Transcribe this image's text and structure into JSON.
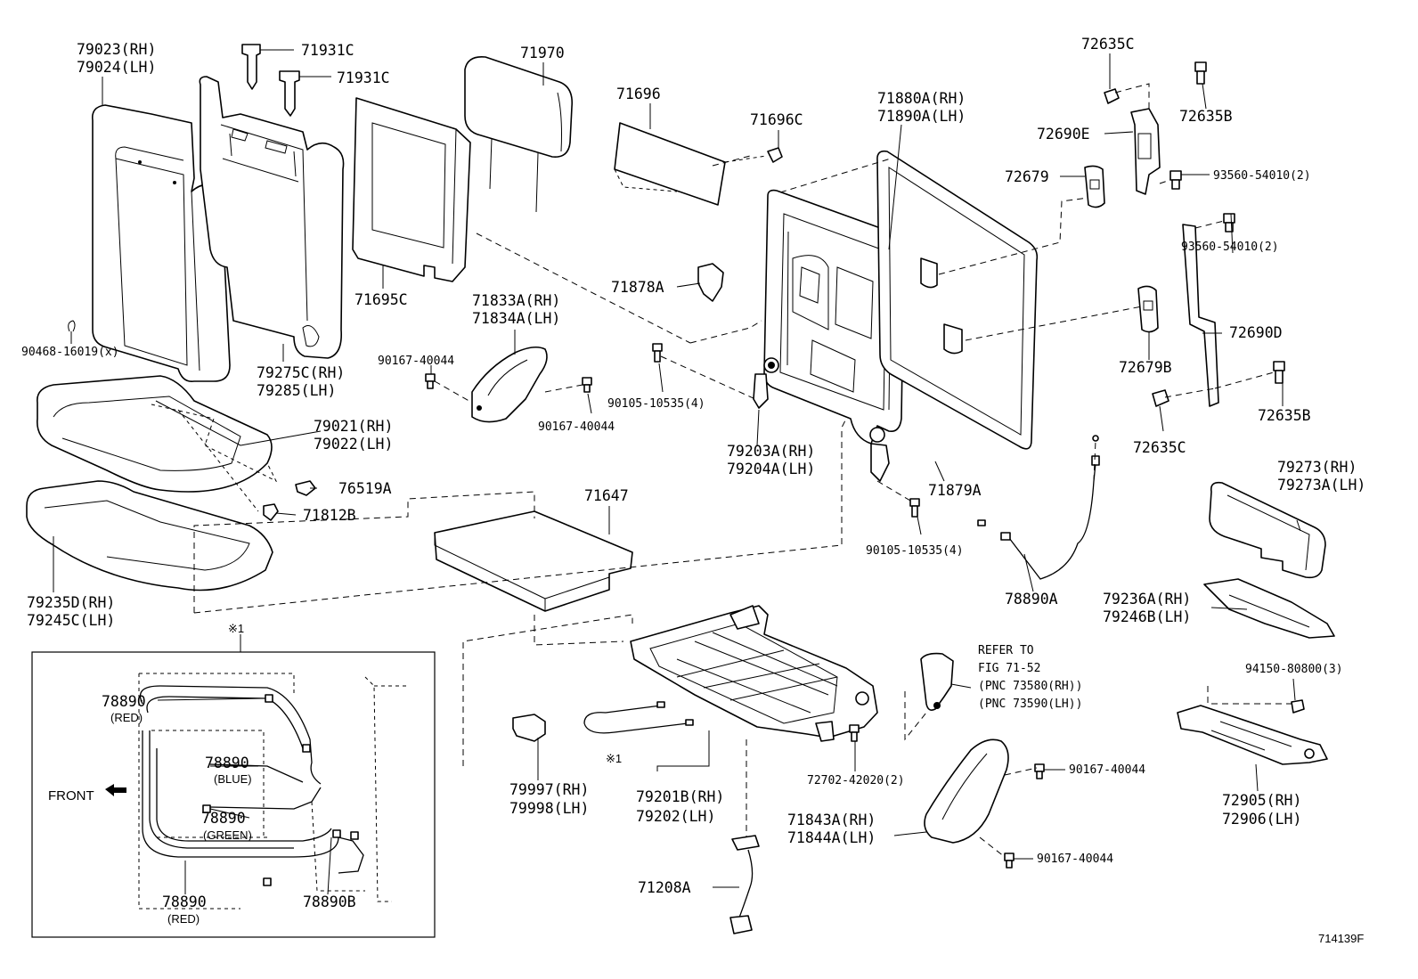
{
  "labels": {
    "p79023": "79023(RH)",
    "p79024": "79024(LH)",
    "p71931c_a": "71931C",
    "p71931c_b": "71931C",
    "p71970": "71970",
    "p71696": "71696",
    "p71696c": "71696C",
    "p71880a": "71880A(RH)",
    "p71890a": "71890A(LH)",
    "p72635c_top": "72635C",
    "p72635b_top": "72635B",
    "p72690e": "72690E",
    "p72679": "72679",
    "p93560_a": "93560-54010(2)",
    "p93560_b": "93560-54010(2)",
    "p72690d": "72690D",
    "p72679b": "72679B",
    "p72635b_bot": "72635B",
    "p72635c_bot": "72635C",
    "p71695c": "71695C",
    "p71878a": "71878A",
    "p71833a": "71833A(RH)",
    "p71834a": "71834A(LH)",
    "p90468": "90468-16019(x)",
    "p79275c": "79275C(RH)",
    "p79285": "79285(LH)",
    "p90167_a": "90167-40044",
    "p90167_b": "90167-40044",
    "p90105_a": "90105-10535(4)",
    "p79203a": "79203A(RH)",
    "p79204a": "79204A(LH)",
    "p79021": "79021(RH)",
    "p79022": "79022(LH)",
    "p76519a": "76519A",
    "p71812b": "71812B",
    "p71647": "71647",
    "p71879a": "71879A",
    "p90105_b": "90105-10535(4)",
    "p79273": "79273(RH)",
    "p79273a": "79273A(LH)",
    "p79235d": "79235D(RH)",
    "p79245c": "79245C(LH)",
    "p78890a": "78890A",
    "p79236a": "79236A(RH)",
    "p79246b": "79246B(LH)",
    "refer1": "REFER TO",
    "refer2": "FIG 71-52",
    "refer3": "(PNC 73580(RH))",
    "refer4": "(PNC 73590(LH))",
    "p94150": "94150-80800(3)",
    "p72702": "72702-42020(2)",
    "p90167_c": "90167-40044",
    "p90167_d": "90167-40044",
    "p79997": "79997(RH)",
    "p79998": "79998(LH)",
    "p79201b": "79201B(RH)",
    "p79202": "79202(LH)",
    "p71843a": "71843A(RH)",
    "p71844a": "71844A(LH)",
    "p72905": "72905(RH)",
    "p72906": "72906(LH)",
    "p71208a": "71208A",
    "note1": "※1",
    "note1_ref": "※1"
  },
  "inset": {
    "title": "※1",
    "front_label": "FRONT",
    "c1": "78890",
    "c1_color": "(RED)",
    "c2": "78890",
    "c2_color": "(BLUE)",
    "c3": "78890",
    "c3_color": "(GREEN)",
    "c4": "78890",
    "c4_color": "(RED)",
    "c5": "78890B"
  },
  "figure_id": "714139F"
}
